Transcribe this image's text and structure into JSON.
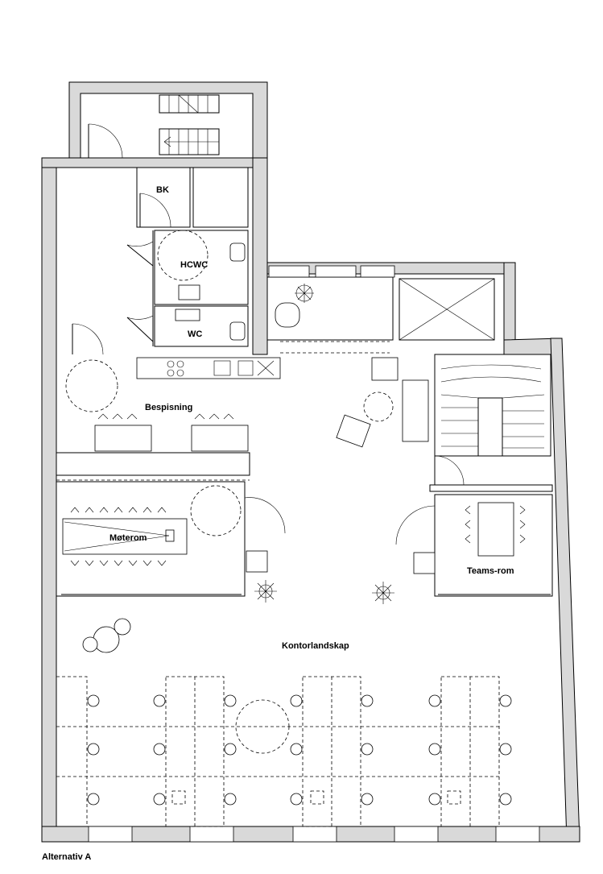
{
  "caption": "Alternativ A",
  "rooms": {
    "bk": "BK",
    "hcwc": "HCWC",
    "wc": "WC",
    "bespisning": "Bespisning",
    "moterom": "Møterom",
    "teams_rom": "Teams-rom",
    "kontorlandskap": "Kontorlandskap"
  }
}
